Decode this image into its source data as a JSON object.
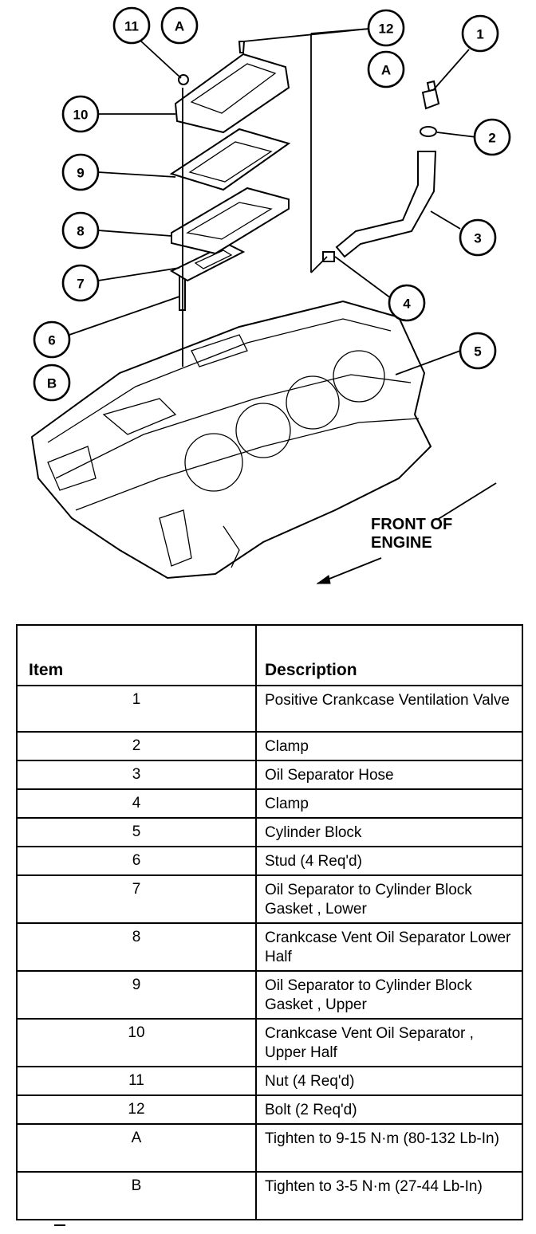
{
  "diagram": {
    "front_label_line1": "FRONT OF",
    "front_label_line2": "ENGINE",
    "callouts": [
      "11",
      "A",
      "12",
      "A",
      "1",
      "10",
      "2",
      "9",
      "3",
      "8",
      "7",
      "4",
      "6",
      "5",
      "B"
    ]
  },
  "legend": {
    "header_item": "Item",
    "header_description": "Description",
    "rows": [
      {
        "item": "1",
        "description": "Positive Crankcase Ventilation Valve"
      },
      {
        "item": "2",
        "description": "Clamp"
      },
      {
        "item": "3",
        "description": "Oil Separator Hose"
      },
      {
        "item": "4",
        "description": "Clamp"
      },
      {
        "item": "5",
        "description": "Cylinder Block"
      },
      {
        "item": "6",
        "description": "Stud (4 Req'd)"
      },
      {
        "item": "7",
        "description": "Oil Separator to Cylinder Block Gasket , Lower"
      },
      {
        "item": "8",
        "description": "Crankcase Vent Oil Separator  Lower Half"
      },
      {
        "item": "9",
        "description": "Oil Separator to Cylinder Block Gasket , Upper"
      },
      {
        "item": "10",
        "description": "Crankcase Vent Oil Separator , Upper Half"
      },
      {
        "item": "11",
        "description": "Nut (4 Req'd)"
      },
      {
        "item": "12",
        "description": "Bolt (2 Req'd)"
      },
      {
        "item": "A",
        "description": "Tighten to 9-15 N·m (80-132 Lb-In)"
      },
      {
        "item": "B",
        "description": "Tighten to 3-5 N·m (27-44 Lb-In)"
      }
    ]
  }
}
